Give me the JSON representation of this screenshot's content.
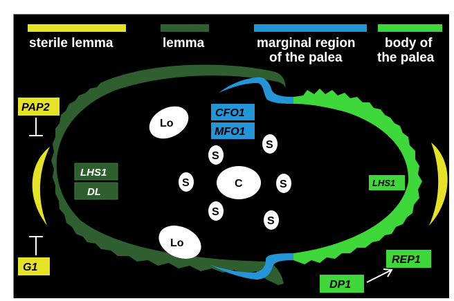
{
  "colors": {
    "sterile_lemma": "#e6e226",
    "lemma": "#2f5e2f",
    "marginal_region": "#2496d8",
    "palea_body": "#3fd83a",
    "background": "#000000",
    "organ": "#ffffff"
  },
  "legend": {
    "sterile_lemma": "sterile lemma",
    "lemma": "lemma",
    "marginal_line1": "marginal region",
    "marginal_line2": "of the palea",
    "palea_line1": "body of",
    "palea_line2": "the palea"
  },
  "genes": {
    "pap2": "PAP2",
    "g1": "G1",
    "lhs1_lemma": "LHS1",
    "dl": "DL",
    "cfo1": "CFO1",
    "mfo1": "MFO1",
    "lhs1_palea": "LHS1",
    "rep1": "REP1",
    "dp1": "DP1"
  },
  "organs": {
    "lodicule": "Lo",
    "stamen": "S",
    "carpel": "C"
  }
}
